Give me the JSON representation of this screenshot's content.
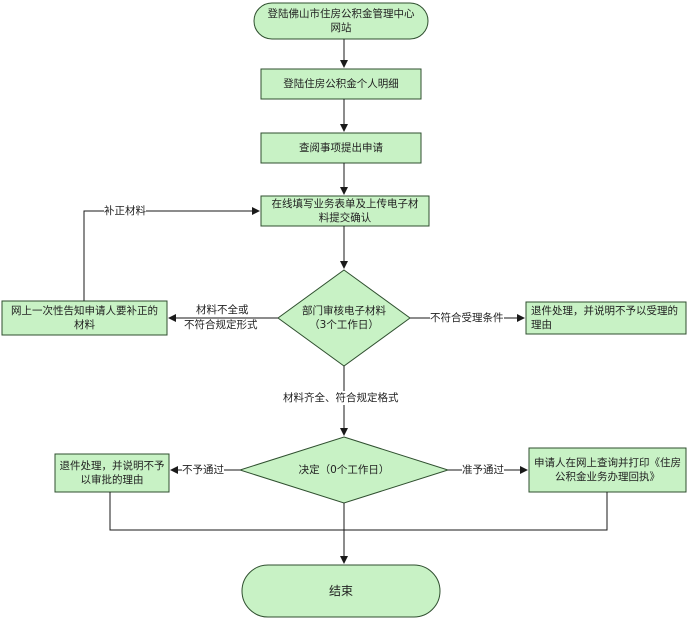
{
  "colors": {
    "fill": "#c8f2c5",
    "stroke": "#2f4f2f",
    "line": "#1a1a1a"
  },
  "nodes": {
    "start": "登陆佛山市住房公积金管理中心网站",
    "login_detail": "登陆住房公积金个人明细",
    "query_items": "查阅事项提出申请",
    "fill_form": "在线填写业务表单及上传电子材料提交确认",
    "review": "部门审核电子材料（3个工作日）",
    "notify_supplement": "网上一次性告知申请人要补正的材料",
    "reject_not_eligible": "退件处理，并说明不予以受理的理由",
    "decision": "决定（0个工作日）",
    "reject_approval": "退件处理，并说明不予以审批的理由",
    "print_receipt": "申请人在网上查询并打印《住房公积金业务办理回执》",
    "end": "结束"
  },
  "edges": {
    "supplement_material": "补正材料",
    "incomplete_line1": "材料不全或",
    "incomplete_line2": "不符合规定形式",
    "not_eligible": "不符合受理条件",
    "complete": "材料齐全、符合规定格式",
    "not_approved": "不予通过",
    "approved": "准予通过"
  }
}
